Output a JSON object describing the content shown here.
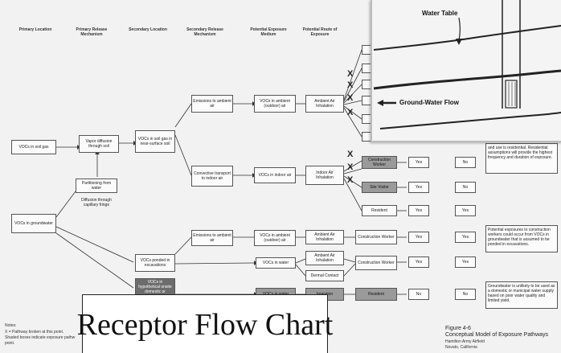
{
  "headers": [
    "Primary Location",
    "Primary Release Mechanism",
    "Secondary Location",
    "Secondary Release Mechanism",
    "Potential Exposure Medium",
    "Potential Route of Exposure"
  ],
  "boxes": {
    "soil_gas": "VOCs in soil gas",
    "vapor_diffusion": "Vapor diffusion through soil",
    "near_surface": "VOCs in soil gas in near-surface soil",
    "emissions1": "Emissions to ambient air",
    "ambient_air1": "VOCs in ambient (outdoor) air",
    "inhalation1": "Ambient Air Inhalation",
    "convective": "Convective transport to indoor air",
    "indoor_air": "VOCs in indoor air",
    "indoor_inhalation": "Indoor Air Inhalation",
    "partitioning": "Partitioning from water",
    "diffusion_fringe": "Diffusion through capillary fringe",
    "groundwater": "VOCs in groundwater",
    "emissions2": "Emissions to ambient air",
    "ambient_air2": "VOCs in ambient (outdoor) air",
    "inhalation2": "Ambient Air Inhalation",
    "ponded": "VOCs ponded in excavations",
    "water": "VOCs in water",
    "inhalation3": "Ambient Air Inhalation",
    "dermal": "Dermal Contact",
    "hypothetical": "VOCs in hypothetical onsite domestic or municipal",
    "water2": "VOCs in water",
    "ingestion": "Ingestion"
  },
  "receptors": {
    "construction1": "Construction Worker",
    "site_visitor": "Site Visitor",
    "resident1": "Resident",
    "construction2": "Construction Worker",
    "construction3": "Construction Worker",
    "resident2": "Resident"
  },
  "answers": {
    "r1a": "Yes",
    "r1b": "No",
    "r2a": "Yes",
    "r2b": "No",
    "r3a": "Yes",
    "r3b": "Yes",
    "r4a": "Yes",
    "r4b": "Yes",
    "r5a": "Yes",
    "r5b": "Yes",
    "r6a": "No",
    "r6b": "No"
  },
  "x_mark": "X",
  "notes_column": {
    "n1": "and use is residential. Residential assumptions will provide the highest frequency and duration of exposure.",
    "n2": "Potential exposures to construction workers could occur from VOCs in groundwater that is assumed to be ponded in excavations.",
    "n3": "Groundwater is unlikely to be used as a domestic or municipal water supply based on poor water quality and limited yield."
  },
  "footnotes": {
    "title": "Notes:",
    "l1": "X = Pathway broken at this point.",
    "l2": "Shaded boxes indicate exposure pathw",
    "l3": "point."
  },
  "figure": {
    "number": "Figure 4-6",
    "title": "Conceptual Model of Exposure Pathways",
    "l1": "Hamilton Army Airfield",
    "l2": "Novato, California"
  },
  "photo": {
    "water_table": "Water Table",
    "flow": "Ground-Water Flow"
  },
  "caption": "Receptor Flow Chart"
}
